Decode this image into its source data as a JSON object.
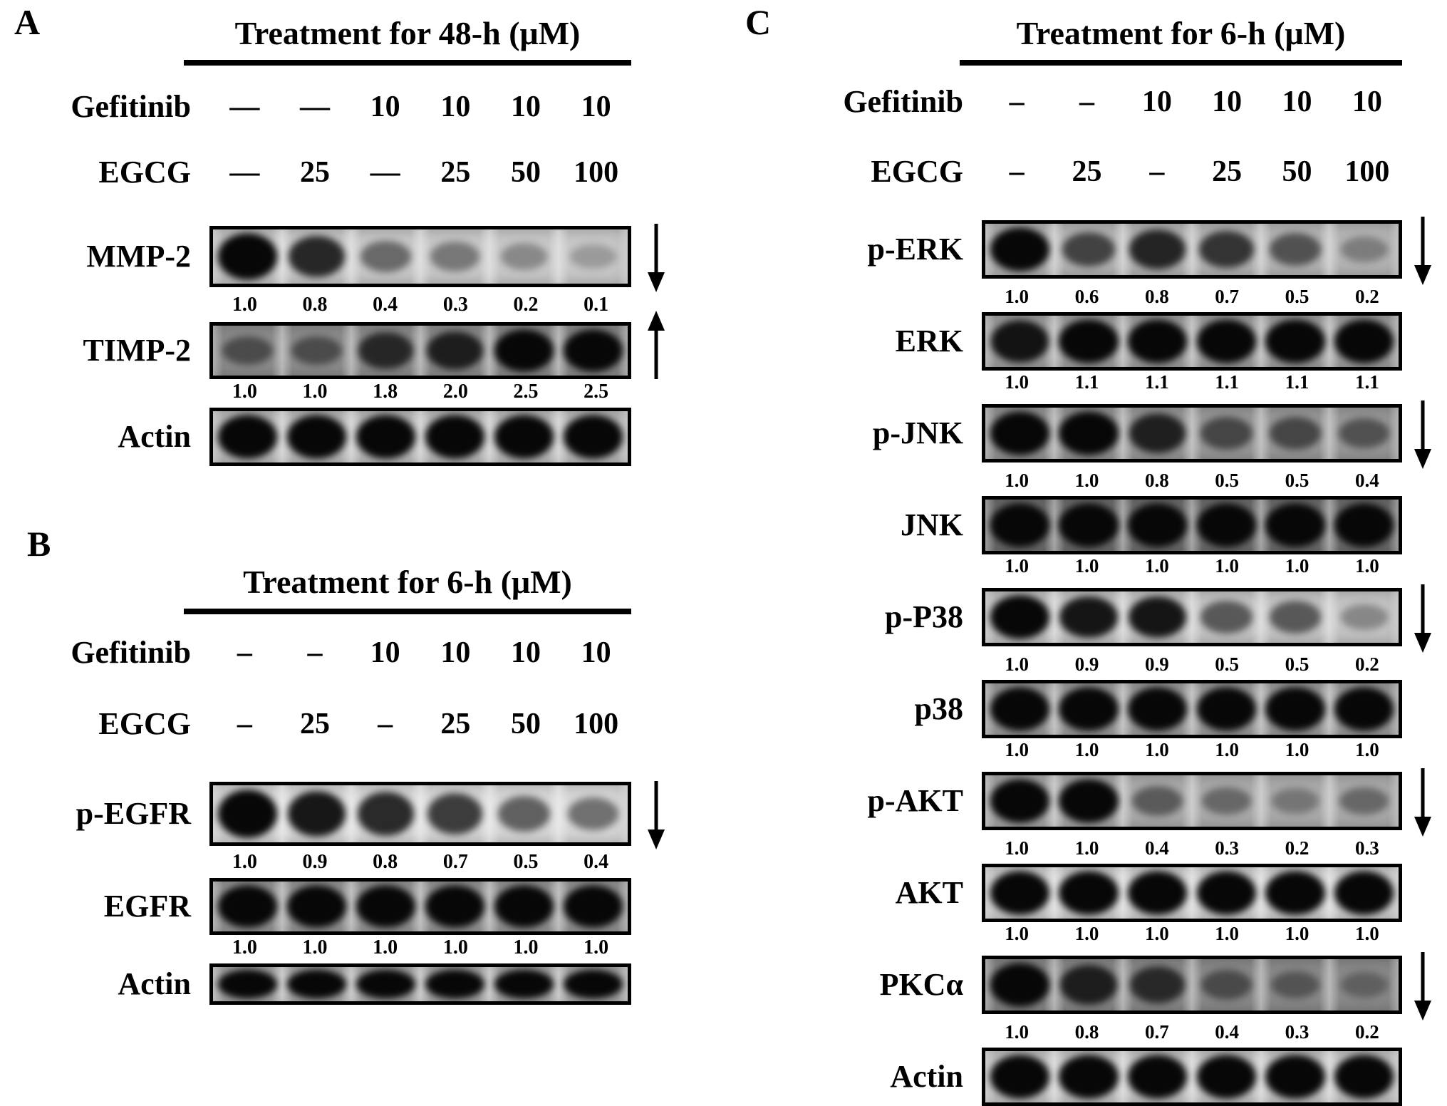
{
  "figure": {
    "colors": {
      "text": "#000000",
      "background": "#ffffff",
      "band": "#070707"
    },
    "panels": [
      {
        "label": "A",
        "title": "Treatment for 48-h (μM)",
        "treatments": [
          {
            "name": "Gefitinib",
            "doses": [
              "—",
              "—",
              "10",
              "10",
              "10",
              "10"
            ]
          },
          {
            "name": "EGCG",
            "doses": [
              "—",
              "25",
              "—",
              "25",
              "50",
              "100"
            ]
          }
        ],
        "blots": [
          {
            "name": "MMP-2",
            "values": [
              "1.0",
              "0.8",
              "0.4",
              "0.3",
              "0.2",
              "0.1"
            ],
            "arrow": "down",
            "bg": "#c8c8c8"
          },
          {
            "name": "TIMP-2",
            "values": [
              "1.0",
              "1.0",
              "1.8",
              "2.0",
              "2.5",
              "2.5"
            ],
            "arrow": "up",
            "bg": "#8d8d8d"
          },
          {
            "name": "Actin",
            "values": null,
            "arrow": null,
            "bg": "#bfbfbf"
          }
        ]
      },
      {
        "label": "B",
        "title": "Treatment for 6-h (μM)",
        "treatments": [
          {
            "name": "Gefitinib",
            "doses": [
              "–",
              "–",
              "10",
              "10",
              "10",
              "10"
            ]
          },
          {
            "name": "EGCG",
            "doses": [
              "–",
              "25",
              "–",
              "25",
              "50",
              "100"
            ]
          }
        ],
        "blots": [
          {
            "name": "p-EGFR",
            "values": [
              "1.0",
              "0.9",
              "0.8",
              "0.7",
              "0.5",
              "0.4"
            ],
            "arrow": "down",
            "bg": "#d8d8d8"
          },
          {
            "name": "EGFR",
            "values": [
              "1.0",
              "1.0",
              "1.0",
              "1.0",
              "1.0",
              "1.0"
            ],
            "arrow": null,
            "bg": "#9a9a9a"
          },
          {
            "name": "Actin",
            "values": null,
            "arrow": null,
            "bg": "#b2b2b2"
          }
        ]
      },
      {
        "label": "C",
        "title": "Treatment for 6-h (μM)",
        "treatments": [
          {
            "name": "Gefitinib",
            "doses": [
              "–",
              "–",
              "10",
              "10",
              "10",
              "10"
            ]
          },
          {
            "name": "EGCG",
            "doses": [
              "–",
              "25",
              "–",
              "25",
              "50",
              "100"
            ]
          }
        ],
        "blots": [
          {
            "name": "p-ERK",
            "values": [
              "1.0",
              "0.6",
              "0.8",
              "0.7",
              "0.5",
              "0.2"
            ],
            "arrow": "down",
            "bg": "#b5b5b5"
          },
          {
            "name": "ERK",
            "values": [
              "1.0",
              "1.1",
              "1.1",
              "1.1",
              "1.1",
              "1.1"
            ],
            "arrow": null,
            "bg": "#a3a3a3"
          },
          {
            "name": "p-JNK",
            "values": [
              "1.0",
              "1.0",
              "0.8",
              "0.5",
              "0.5",
              "0.4"
            ],
            "arrow": "down",
            "bg": "#999999"
          },
          {
            "name": "JNK",
            "values": [
              "1.0",
              "1.0",
              "1.0",
              "1.0",
              "1.0",
              "1.0"
            ],
            "arrow": null,
            "bg": "#707070"
          },
          {
            "name": "p-P38",
            "values": [
              "1.0",
              "0.9",
              "0.9",
              "0.5",
              "0.5",
              "0.2"
            ],
            "arrow": "down",
            "bg": "#c5c5c5"
          },
          {
            "name": "p38",
            "values": [
              "1.0",
              "1.0",
              "1.0",
              "1.0",
              "1.0",
              "1.0"
            ],
            "arrow": null,
            "bg": "#a0a0a0"
          },
          {
            "name": "p-AKT",
            "values": [
              "1.0",
              "1.0",
              "0.4",
              "0.3",
              "0.2",
              "0.3"
            ],
            "arrow": "down",
            "bg": "#ababab"
          },
          {
            "name": "AKT",
            "values": [
              "1.0",
              "1.0",
              "1.0",
              "1.0",
              "1.0",
              "1.0"
            ],
            "arrow": null,
            "bg": "#d2d2d2"
          },
          {
            "name": "PKCα",
            "values": [
              "1.0",
              "0.8",
              "0.7",
              "0.4",
              "0.3",
              "0.2"
            ],
            "arrow": "down",
            "bg": "#8a8a8a"
          },
          {
            "name": "Actin",
            "values": null,
            "arrow": null,
            "bg": "#c9c9c9"
          }
        ]
      }
    ]
  }
}
